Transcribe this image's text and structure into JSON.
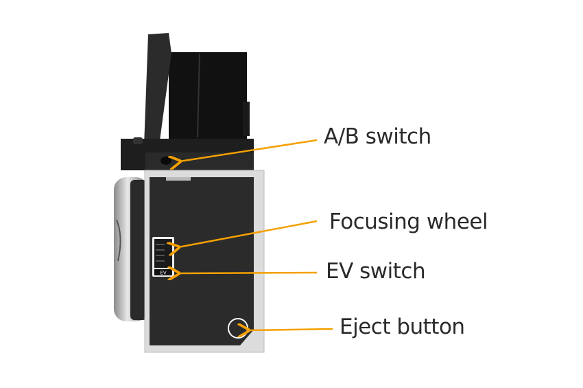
{
  "labels": {
    "ab_switch": "A/B switch",
    "focusing_wheel": "Focusing wheel",
    "ev_switch": "EV switch",
    "eject_button": "Eject button"
  },
  "ev_marking": "EV",
  "colors": {
    "arrow": "#f4a000",
    "text": "#2a2a2a",
    "body": "#1c1c1c",
    "silver": "#d9d9d9"
  }
}
